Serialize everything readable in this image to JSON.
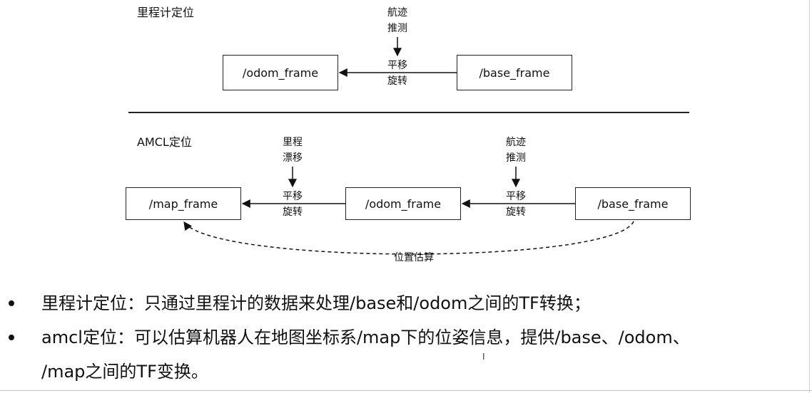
{
  "top": {
    "title": "里程计定位",
    "odom_label": "/odom_frame",
    "base_label": "/base_frame",
    "input_lines": [
      "航迹",
      "推测"
    ],
    "transform_lines": [
      "平移",
      "旋转"
    ]
  },
  "amcl": {
    "title": "AMCL定位",
    "map_label": "/map_frame",
    "odom_label": "/odom_frame",
    "base_label": "/base_frame",
    "drift_lines": [
      "里程",
      "漂移"
    ],
    "dead_reckon_lines": [
      "航迹",
      "推测"
    ],
    "transform1_lines": [
      "平移",
      "旋转"
    ],
    "transform2_lines": [
      "平移",
      "旋转"
    ],
    "estimate_label": "位置估算"
  },
  "bullets": [
    {
      "line1": "里程计定位：只通过里程计的数据来处理/base和/odom之间的TF转换；"
    },
    {
      "line1": "amcl定位：可以估算机器人在地图坐标系/map下的位姿信息，提供/base、/odom、",
      "line2": "/map之间的TF变换。"
    }
  ],
  "cursor_glyph": "I"
}
